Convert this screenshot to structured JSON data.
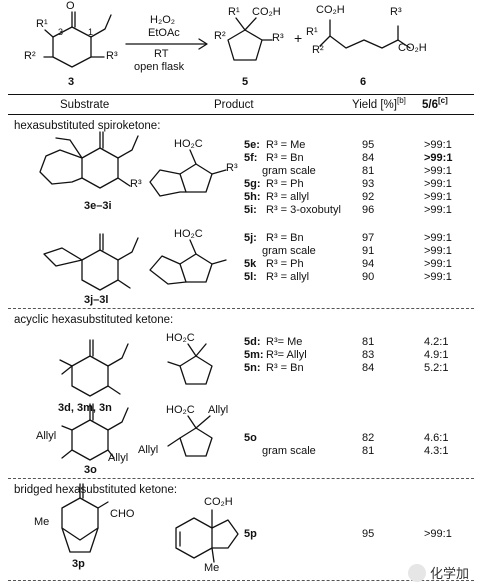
{
  "scheme": {
    "reactant_label": "3",
    "reagent_top": "H₂O₂",
    "reagent_solvent": "EtOAc",
    "cond_temp": "RT",
    "cond_flask": "open flask",
    "product5_label": "5",
    "product6_label": "6",
    "plus": "+",
    "atoms": {
      "r1": "R¹",
      "r2": "R²",
      "r3": "R³",
      "num1": "1",
      "num3": "3",
      "o": "O",
      "co2h": "CO₂H",
      "co2h_b": "CO₂H",
      "r3_b": "R³",
      "r1_b": "R¹",
      "r2_b": "R²",
      "r2_c": "R²",
      "r3_c": "R³",
      "r1_c": "R¹"
    }
  },
  "headers": {
    "substrate": "Substrate",
    "product": "Product",
    "yield": "Yield [%]",
    "yield_note": "[b]",
    "ratio": "5/6",
    "ratio_note": "[c]"
  },
  "sections": {
    "spiro": "hexasubstituted spiroketone:",
    "acyclic": "acyclic hexasubstituted ketone:",
    "bridged": "bridged hexasubstituted ketone:"
  },
  "substrate_labels": {
    "s3e": "3e–3i",
    "s3j": "3j–3l",
    "s3d": "3d, 3m, 3n",
    "s3o": "3o",
    "s3p": "3p"
  },
  "structure_text": {
    "r3_a": "R³",
    "r3_b": "R³",
    "ho2c_a": "HO₂C",
    "ho2c_b": "HO₂C",
    "ho2c_c": "HO₂C",
    "ho2c_d": "HO₂C",
    "allyl_1": "Allyl",
    "allyl_2": "Allyl",
    "allyl_3": "Allyl",
    "allyl_4": "Allyl",
    "me_a": "Me",
    "cho": "CHO",
    "co2h_p": "CO₂H",
    "me_p": "Me"
  },
  "rows": [
    {
      "id": "5e",
      "label": "5e:",
      "sub": "R³ = Me",
      "yield": "95",
      "ratio": ">99:1",
      "bold": false
    },
    {
      "id": "5f",
      "label": "5f:",
      "sub": "R³ = Bn",
      "yield": "84",
      "ratio": ">99:1",
      "bold": true
    },
    {
      "id": "5f-gs",
      "label": "",
      "sub": "gram scale",
      "yield": "81",
      "ratio": ">99:1",
      "bold": false
    },
    {
      "id": "5g",
      "label": "5g:",
      "sub": "R³ = Ph",
      "yield": "93",
      "ratio": ">99:1",
      "bold": false
    },
    {
      "id": "5h",
      "label": "5h:",
      "sub": "R³ = allyl",
      "yield": "92",
      "ratio": ">99:1",
      "bold": false
    },
    {
      "id": "5i",
      "label": "5i:",
      "sub": "R³ = 3-oxobutyl",
      "yield": "96",
      "ratio": ">99:1",
      "bold": false
    },
    {
      "id": "5j",
      "label": "5j:",
      "sub": "R³ = Bn",
      "yield": "97",
      "ratio": ">99:1",
      "bold": false
    },
    {
      "id": "5j-gs",
      "label": "",
      "sub": "gram scale",
      "yield": "91",
      "ratio": ">99:1",
      "bold": false
    },
    {
      "id": "5k",
      "label": "5k",
      "sub": "R³ = Ph",
      "yield": "94",
      "ratio": ">99:1",
      "bold": false
    },
    {
      "id": "5l",
      "label": "5l:",
      "sub": "R³ = allyl",
      "yield": "90",
      "ratio": ">99:1",
      "bold": false
    },
    {
      "id": "5d",
      "label": "5d:",
      "sub": "R³= Me",
      "yield": "81",
      "ratio": "4.2:1",
      "bold": false
    },
    {
      "id": "5m",
      "label": "5m:",
      "sub": "R³= Allyl",
      "yield": "83",
      "ratio": "4.9:1",
      "bold": false
    },
    {
      "id": "5n",
      "label": "5n:",
      "sub": "R³ = Bn",
      "yield": "84",
      "ratio": "5.2:1",
      "bold": false
    },
    {
      "id": "5o",
      "label": "5o",
      "sub": "",
      "yield": "82",
      "ratio": "4.6:1",
      "bold": false
    },
    {
      "id": "5o-gs",
      "label": "",
      "sub": "gram scale",
      "yield": "81",
      "ratio": "4.3:1",
      "bold": false
    },
    {
      "id": "5p",
      "label": "5p",
      "sub": "",
      "yield": "95",
      "ratio": ">99:1",
      "bold": false
    }
  ],
  "watermark": "化学加"
}
